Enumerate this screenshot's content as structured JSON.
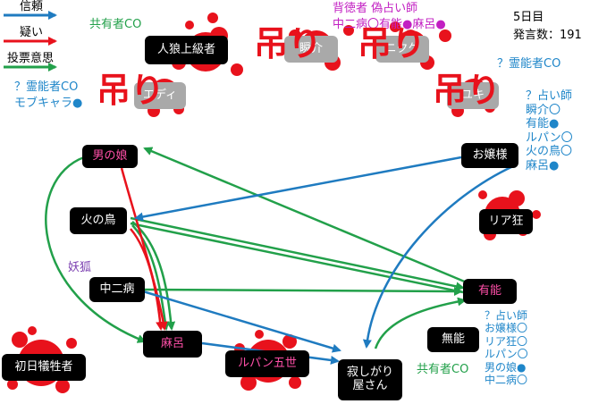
{
  "legend": [
    {
      "label": "信頼",
      "color": "#1f7bc0"
    },
    {
      "label": "疑い",
      "color": "#e8121c"
    },
    {
      "label": "投票意思",
      "color": "#22a04a"
    }
  ],
  "header": {
    "day": "5日目",
    "posts_label": "発言数：191"
  },
  "colors": {
    "trust": "#1f7bc0",
    "doubt": "#e8121c",
    "vote": "#22a04a",
    "blood": "#e8121c"
  },
  "dead_nodes": [
    {
      "id": "jinro",
      "label": "人狼上級者"
    },
    {
      "id": "shunsuke",
      "label": "瞬介"
    },
    {
      "id": "nikuke",
      "label": "ニクケ"
    },
    {
      "id": "edi",
      "label": "エディ"
    },
    {
      "id": "yuki",
      "label": "ユキ"
    }
  ],
  "nodes": [
    {
      "id": "otokonoko",
      "label": "男の娘"
    },
    {
      "id": "hinotori",
      "label": "火の鳥"
    },
    {
      "id": "chuunibyou",
      "label": "中二病"
    },
    {
      "id": "maro",
      "label": "麻呂"
    },
    {
      "id": "ojousama",
      "label": "お嬢様"
    },
    {
      "id": "riakyou",
      "label": "リア狂"
    },
    {
      "id": "yuunou",
      "label": "有能"
    },
    {
      "id": "munou",
      "label": "無能"
    },
    {
      "id": "shonichi",
      "label": "初日犠牲者"
    },
    {
      "id": "lupin",
      "label": "ルパン五世"
    },
    {
      "id": "sabishigari",
      "label": "寂しがり\n屋さん"
    }
  ],
  "tsuri_marks": [
    "吊り",
    "吊り",
    "吊り",
    "吊り"
  ],
  "annotations": {
    "kyouyuu_top": "共有者CO",
    "haitoku": "背徳者 偽占い師",
    "haitoku_results": "中二病〇有能●麻呂●",
    "reinou_right": "？霊能者CO",
    "reinou_left": "？霊能者CO",
    "mob": "モブキャラ●",
    "youko": "妖狐",
    "kyouyuu_bottom": "共有者CO",
    "uranai_1": [
      "？占い師",
      "瞬介〇",
      "有能●",
      "ルパン〇",
      "火の鳥〇",
      "麻呂●"
    ],
    "uranai_2": [
      "？占い師",
      "お嬢様〇",
      "リア狂〇",
      "ルパン〇",
      "男の娘●",
      "中二病〇"
    ]
  }
}
